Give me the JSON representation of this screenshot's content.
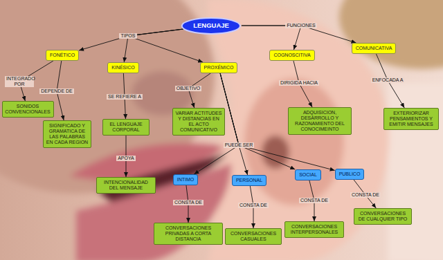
{
  "diagram": {
    "nodes": [
      {
        "text": [
          "LENGUAJE"
        ]
      },
      {
        "text": [
          "FONÉTICO"
        ]
      },
      {
        "text": [
          "KINÉSICO"
        ]
      },
      {
        "text": [
          "PROXÉMICO"
        ]
      },
      {
        "text": [
          "COGNOSCITIVA"
        ]
      },
      {
        "text": [
          "COMUNICATIVA"
        ]
      },
      {
        "text": [
          "SONIDOS CONVENCIONALES"
        ]
      },
      {
        "text": [
          "SIGNIFICADO Y GRAMATICA DE LAS PALABRAS EN CADA REGION"
        ]
      },
      {
        "text": [
          "EL LENGUAJE CORPORAL"
        ]
      },
      {
        "text": [
          "VARIAR ACTITUDES Y DISTANCIAS EN EL ACTO COMUNICATIVO"
        ]
      },
      {
        "text": [
          "ADQUISICION, DESARROLLO Y RAZONAMIENTO DEL CONOCIMEINTO"
        ]
      },
      {
        "text": [
          "EXTERIORIZAR PENSAMIENTOS Y EMITIR MENSAJES"
        ]
      },
      {
        "text": [
          "INTENCIONALIDAD DEL MENSAJE"
        ]
      },
      {
        "text": [
          "INTIMO"
        ]
      },
      {
        "text": [
          "PERSONAL"
        ]
      },
      {
        "text": [
          "SOCIAL"
        ]
      },
      {
        "text": [
          "PUBLICO"
        ]
      },
      {
        "text": [
          "CONVERSACIONES PRIVADAS A CORTA DISTANCIA"
        ]
      },
      {
        "text": [
          "CONVERSACIONES CASUALES"
        ]
      },
      {
        "text": [
          "CONVERSACIONES INTERPERSONALES"
        ]
      },
      {
        "text": [
          "CONVERSACIONES DE CUALQUIER TIPO"
        ]
      }
    ],
    "edges": [
      {
        "from": 0,
        "to": 1,
        "arrow": "to"
      },
      {
        "from": 0,
        "to": 2,
        "label": "TIPOS",
        "arrow": "to"
      },
      {
        "from": 0,
        "to": 3,
        "arrow": "to"
      },
      {
        "from": 0,
        "to": 4,
        "label": "FUNCIONES",
        "arrow": "to"
      },
      {
        "from": 0,
        "to": 5,
        "arrow": "to"
      },
      {
        "from": 1,
        "to": 6,
        "label": "INTEGRADO POR",
        "arrow": "to"
      },
      {
        "from": 1,
        "to": 7,
        "label": "DEPENDE DE",
        "arrow": "to"
      },
      {
        "from": 2,
        "to": 8,
        "label": "SE REFIERE A",
        "arrow": "to"
      },
      {
        "from": 3,
        "to": 9,
        "label": "OBJETIVO",
        "arrow": "to"
      },
      {
        "from": 4,
        "to": 10,
        "label": "DIRIGIDA HACIA",
        "arrow": "to"
      },
      {
        "from": 5,
        "to": 11,
        "label": "ENFOCADA A",
        "arrow": "to"
      },
      {
        "from": 8,
        "to": 12,
        "label": "APOYA",
        "arrow": "to"
      },
      {
        "from": 3,
        "to": 13,
        "arrow": "to"
      },
      {
        "from": 3,
        "to": 14,
        "label": "PUEDE SER",
        "arrow": "to"
      },
      {
        "from": 3,
        "to": 15,
        "arrow": "to"
      },
      {
        "from": 3,
        "to": 16,
        "arrow": "to"
      },
      {
        "from": 13,
        "to": 17,
        "label": "CONSTA DE",
        "arrow": "to"
      },
      {
        "from": 14,
        "to": 18,
        "label": "CONSTA DE",
        "arrow": "to"
      },
      {
        "from": 15,
        "to": 19,
        "label": "CONSTA DE",
        "arrow": "to"
      },
      {
        "from": 16,
        "to": 20,
        "label": "CONSTA DE",
        "arrow": "to"
      }
    ]
  }
}
